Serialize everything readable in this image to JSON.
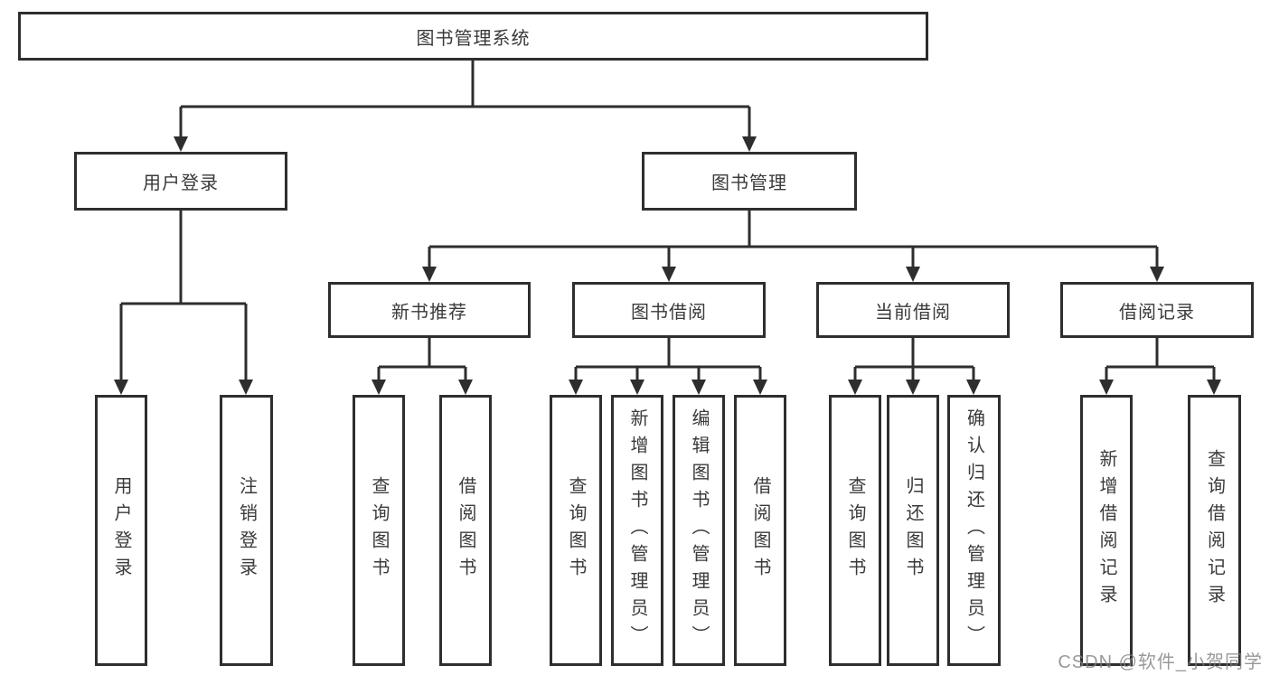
{
  "diagram": {
    "root": "图书管理系统",
    "level2": [
      "用户登录",
      "图书管理"
    ],
    "level3": [
      "新书推荐",
      "图书借阅",
      "当前借阅",
      "借阅记录"
    ],
    "leaves": {
      "user_login": [
        "用户登录",
        "注销登录"
      ],
      "new_books": [
        "查询图书",
        "借阅图书"
      ],
      "book_borrow": [
        "查询图书",
        "新增图书（管理员）",
        "编辑图书（管理员）",
        "借阅图书"
      ],
      "current_borrow": [
        "查询图书",
        "归还图书",
        "确认归还（管理员）"
      ],
      "borrow_records": [
        "新增借阅记录",
        "查询借阅记录"
      ]
    },
    "watermark": "CSDN @软件_小贺同学",
    "colors": {
      "line": "#2e2e2e",
      "text": "#3a3a3a",
      "background": "#ffffff",
      "watermark": "#808080"
    }
  }
}
